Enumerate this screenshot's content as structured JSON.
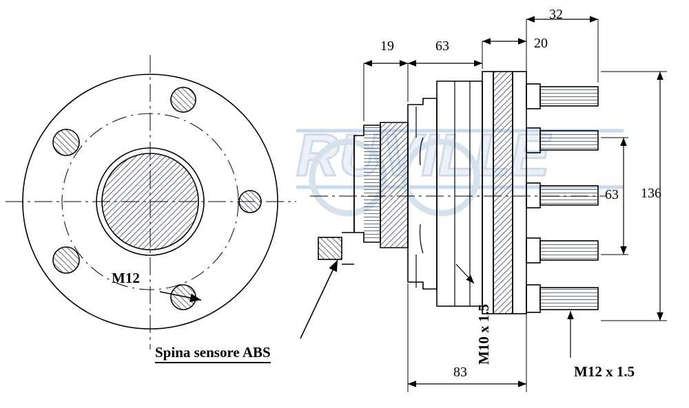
{
  "diagram": {
    "title": "Wheel hub bearing technical drawing",
    "watermark": {
      "text": "RUVILLE",
      "color": "#c9d6e8"
    },
    "line_color": "#000000",
    "hatch_color": "#3b4a5a",
    "labels": {
      "thread_flange": "M12",
      "abs_sensor": "Spina sensore ABS",
      "thread_center": "M10 x 1.5",
      "thread_bolt": "M12 x 1.5"
    },
    "dimensions": {
      "d19": "19",
      "d63_top": "63",
      "d32": "32",
      "d20": "20",
      "d63_right": "63",
      "d136": "136",
      "d83": "83"
    }
  }
}
